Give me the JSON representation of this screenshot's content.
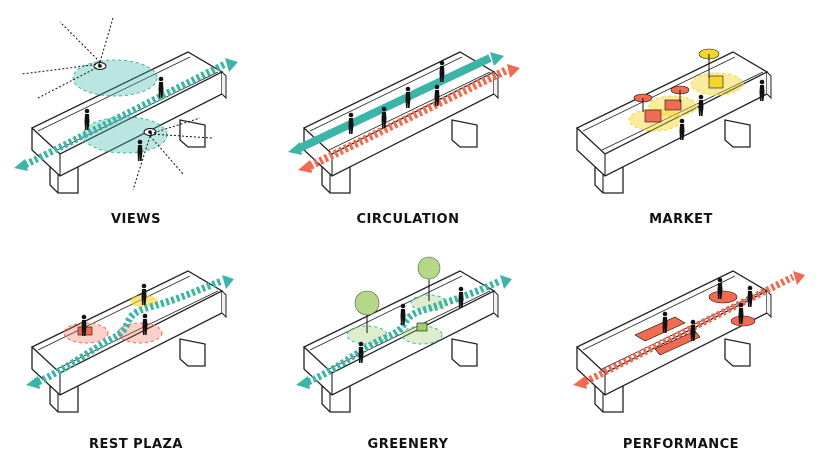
{
  "panels": [
    {
      "id": "views",
      "label": "VIEWS",
      "accent": "#3cb4a8"
    },
    {
      "id": "circulation",
      "label": "CIRCULATION",
      "accent": "#3cb4a8",
      "accent2": "#f26a4f"
    },
    {
      "id": "market",
      "label": "MARKET",
      "accent": "#f5d52a",
      "accent2": "#f26a4f"
    },
    {
      "id": "rest_plaza",
      "label": "REST PLAZA",
      "accent": "#3cb4a8",
      "accent2": "#f26a4f"
    },
    {
      "id": "greenery",
      "label": "GREENERY",
      "accent": "#3cb4a8",
      "accent2": "#9ccf6e"
    },
    {
      "id": "performance",
      "label": "PERFORMANCE",
      "accent": "#f26a4f"
    }
  ]
}
